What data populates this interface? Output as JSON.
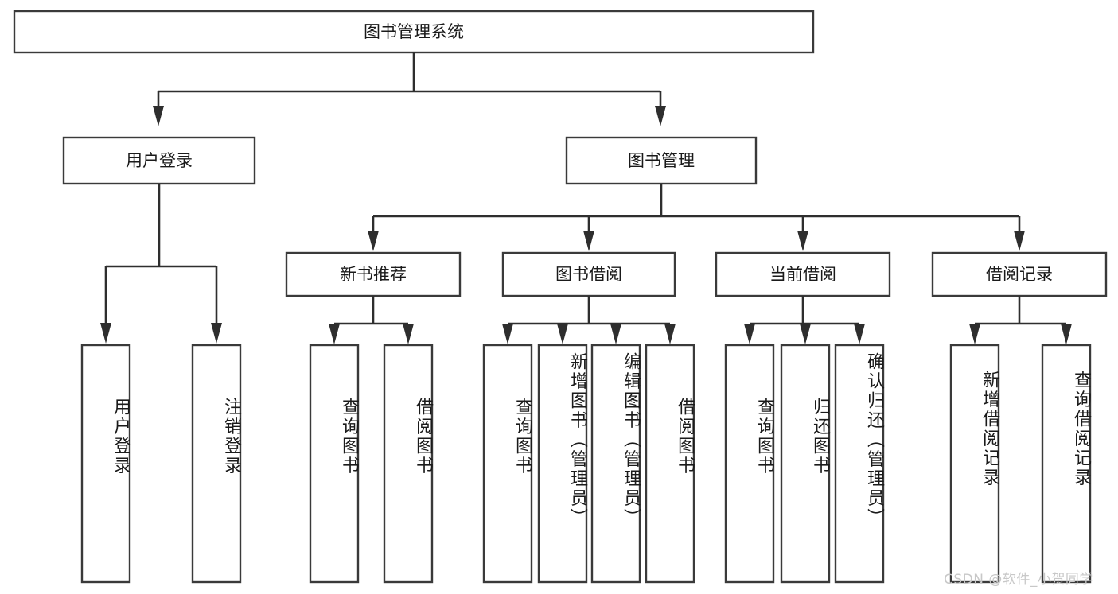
{
  "diagram": {
    "type": "tree-hierarchy",
    "title": "图书管理系统",
    "root": {
      "label": "图书管理系统"
    },
    "level1": [
      {
        "label": "用户登录"
      },
      {
        "label": "图书管理"
      }
    ],
    "level2": [
      {
        "label": "新书推荐"
      },
      {
        "label": "图书借阅"
      },
      {
        "label": "当前借阅"
      },
      {
        "label": "借阅记录"
      }
    ],
    "leaves": {
      "user_login": [
        {
          "label": "用户登录"
        },
        {
          "label": "注销登录"
        }
      ],
      "new_book_recommend": [
        {
          "label": "查询图书"
        },
        {
          "label": "借阅图书"
        }
      ],
      "book_borrow": [
        {
          "label": "查询图书"
        },
        {
          "label": "新增图书（管理员）"
        },
        {
          "label": "编辑图书（管理员）"
        },
        {
          "label": "借阅图书"
        }
      ],
      "current_borrow": [
        {
          "label": "查询图书"
        },
        {
          "label": "归还图书"
        },
        {
          "label": "确认归还（管理员）"
        }
      ],
      "borrow_record": [
        {
          "label": "新增借阅记录"
        },
        {
          "label": "查询借阅记录"
        }
      ]
    }
  },
  "watermark": {
    "text": "CSDN @软件_小贺同学"
  },
  "colors": {
    "box_stroke": "#3a3a3a",
    "connector": "#2e2e2e",
    "text": "#1a1a1a",
    "background": "#ffffff",
    "watermark": "#c8c8c8"
  }
}
